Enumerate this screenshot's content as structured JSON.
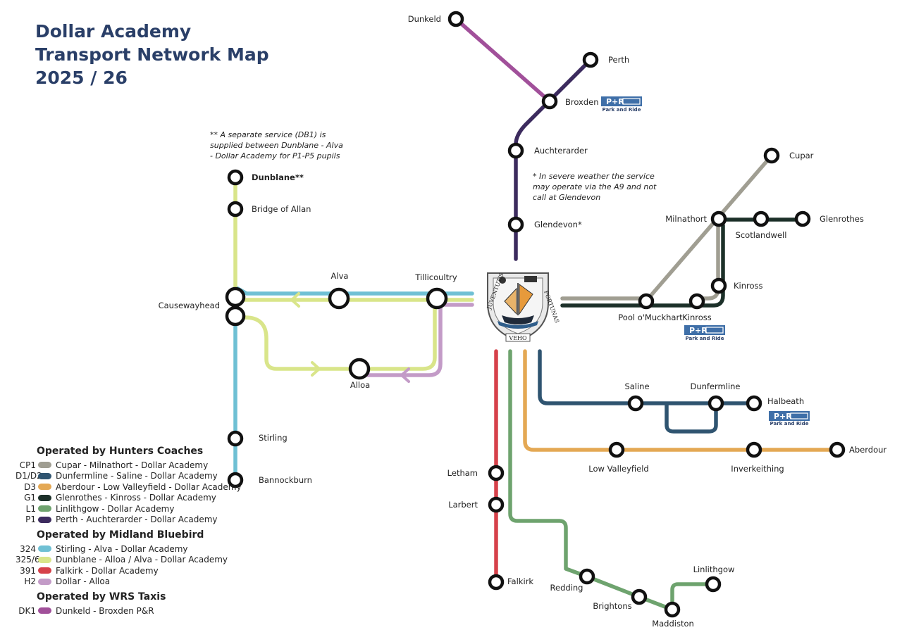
{
  "title": {
    "line1": "Dollar Academy",
    "line2": "Transport Network Map",
    "line3": "2025 / 26"
  },
  "notes": {
    "dunblane": "** A separate service (DB1) is supplied between Dunblane - Alva - Dollar Academy for P1-P5 pupils",
    "glendevon": "* In severe weather the service may operate via the A9 and not call at Glendevon"
  },
  "park_and_ride": {
    "sign": "P+R",
    "label": "Park and Ride"
  },
  "crest": {
    "motto_left": "JUVENTUTIS",
    "motto_right": "FORTUNAS",
    "motto_bottom": "VEHO"
  },
  "stations": {
    "dunkeld": "Dunkeld",
    "perth": "Perth",
    "broxden": "Broxden",
    "auchterarder": "Auchterarder",
    "glendevon": "Glendevon*",
    "dunblane": "Dunblane**",
    "bridge_of_allan": "Bridge of Allan",
    "alva": "Alva",
    "tillicoultry": "Tillicoultry",
    "causewayhead": "Causewayhead",
    "alloa": "Alloa",
    "stirling": "Stirling",
    "bannockburn": "Bannockburn",
    "cupar": "Cupar",
    "milnathort": "Milnathort",
    "scotlandwell": "Scotlandwell",
    "glenrothes": "Glenrothes",
    "kinross_upper": "Kinross",
    "pool_o_muckhart": "Pool o'Muckhart",
    "kinross_lower": "Kinross",
    "saline": "Saline",
    "dunfermline": "Dunfermline",
    "halbeath": "Halbeath",
    "low_valleyfield": "Low Valleyfield",
    "inverkeithing": "Inverkeithing",
    "aberdour": "Aberdour",
    "letham": "Letham",
    "larbert": "Larbert",
    "falkirk": "Falkirk",
    "redding": "Redding",
    "brightons": "Brightons",
    "maddiston": "Maddiston",
    "linlithgow": "Linlithgow"
  },
  "legend": [
    {
      "heading": "Operated by Hunters Coaches",
      "routes": [
        {
          "code": "CP1",
          "color": "#a09e92",
          "name": "Cupar - Milnathort - Dollar Academy"
        },
        {
          "code": "D1/D2",
          "color": "#2f5470",
          "name": "Dunfermline - Saline - Dollar Academy"
        },
        {
          "code": "D3",
          "color": "#e4a854",
          "name": "Aberdour - Low Valleyfield - Dollar Academy"
        },
        {
          "code": "G1",
          "color": "#1c3029",
          "name": "Glenrothes - Kinross - Dollar Academy"
        },
        {
          "code": "L1",
          "color": "#6ea36e",
          "name": "Linlithgow - Dollar Academy"
        },
        {
          "code": "P1",
          "color": "#3c2b5e",
          "name": "Perth - Auchterarder - Dollar Academy"
        }
      ]
    },
    {
      "heading": "Operated by Midland Bluebird",
      "routes": [
        {
          "code": "324",
          "color": "#6fc0d4",
          "name": "Stirling - Alva - Dollar Academy"
        },
        {
          "code": "325/6",
          "color": "#d9e58a",
          "name": "Dunblane - Alloa / Alva - Dollar Academy"
        },
        {
          "code": "391",
          "color": "#d6414a",
          "name": "Falkirk - Dollar Academy"
        },
        {
          "code": "H2",
          "color": "#c39bc7",
          "name": "Dollar - Alloa"
        }
      ]
    },
    {
      "heading": "Operated by WRS Taxis",
      "routes": [
        {
          "code": "DK1",
          "color": "#a1509a",
          "name": "Dunkeld - Broxden P&R"
        }
      ]
    }
  ]
}
